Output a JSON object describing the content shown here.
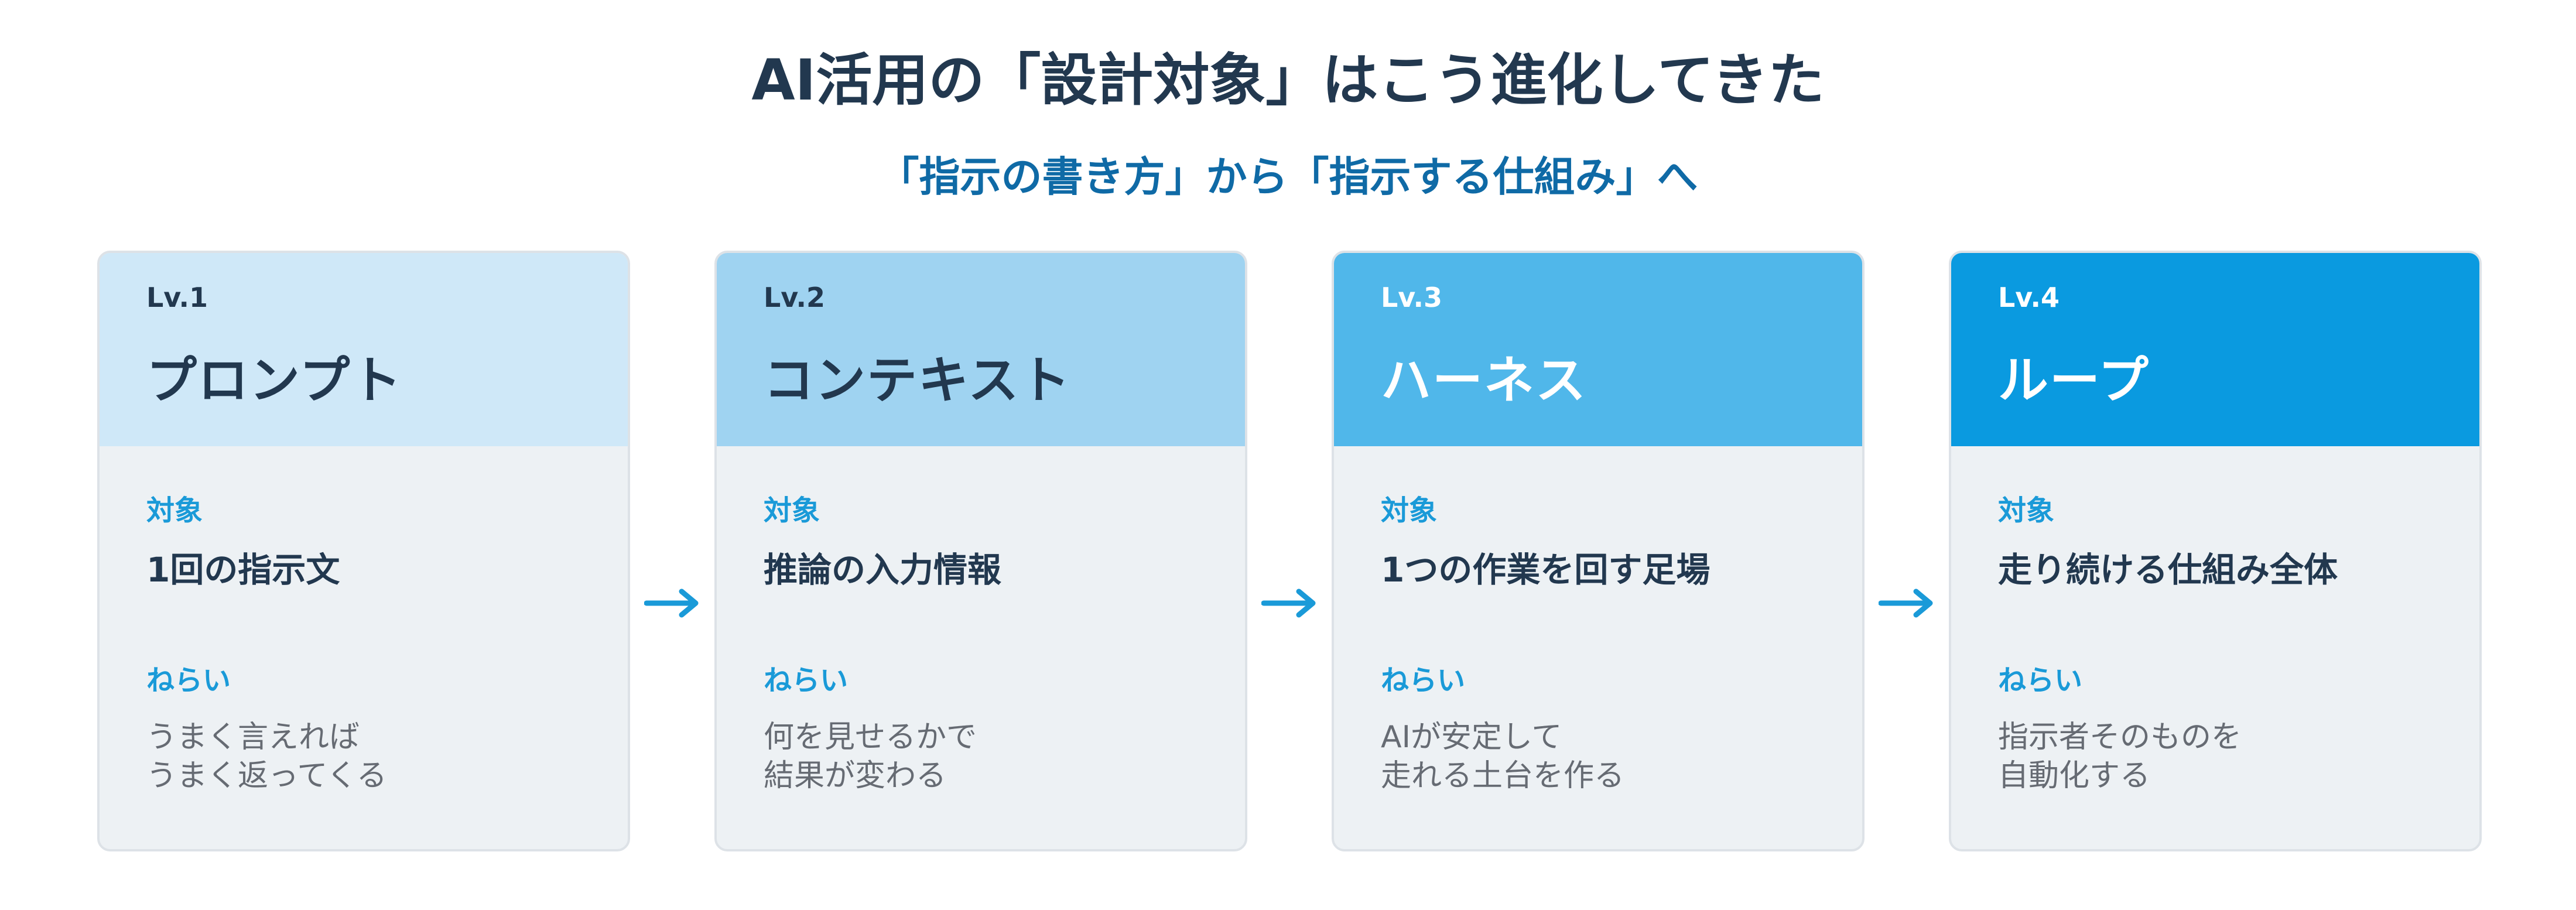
{
  "header": {
    "title": "AI活用の「設計対象」はこう進化してきた",
    "subtitle": "「指示の書き方」から「指示する仕組み」へ"
  },
  "labels": {
    "target": "対象",
    "aim": "ねらい"
  },
  "colors": {
    "arrow": "#1a9ad8",
    "level_1": "#cfe8f8",
    "level_2": "#9fd3f1",
    "level_3": "#50b7ea",
    "level_4": "#0a9ae0"
  },
  "levels": [
    {
      "level": "Lv.1",
      "name": "プロンプト",
      "target": "1回の指示文",
      "aim_line1": "うまく言えれば",
      "aim_line2": "うまく返ってくる"
    },
    {
      "level": "Lv.2",
      "name": "コンテキスト",
      "target": "推論の入力情報",
      "aim_line1": "何を見せるかで",
      "aim_line2": "結果が変わる"
    },
    {
      "level": "Lv.3",
      "name": "ハーネス",
      "target": "1つの作業を回す足場",
      "aim_line1": "AIが安定して",
      "aim_line2": "走れる土台を作る"
    },
    {
      "level": "Lv.4",
      "name": "ループ",
      "target": "走り続ける仕組み全体",
      "aim_line1": "指示者そのものを",
      "aim_line2": "自動化する"
    }
  ]
}
